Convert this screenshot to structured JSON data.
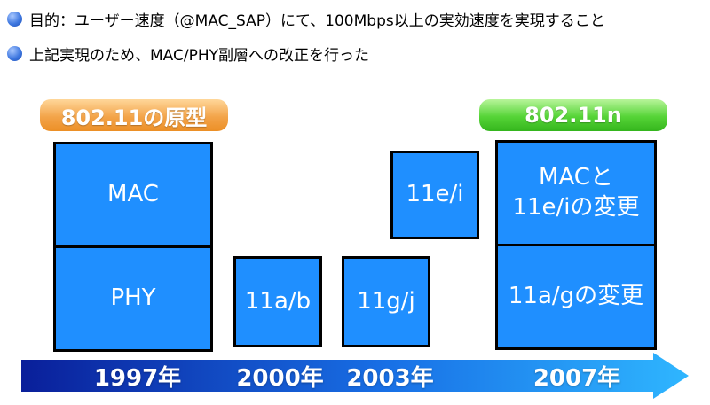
{
  "bullets": [
    {
      "text": "目的：ユーザー速度（@MAC_SAP）にて、100Mbps以上の実効速度を実現すること"
    },
    {
      "text": "上記実現のため、MAC/PHY副層への改正を行った"
    }
  ],
  "labels": {
    "original": "802.11の原型",
    "n": "802.11n"
  },
  "blocks": {
    "mac": "MAC",
    "phy": "PHY",
    "ab": "11a/b",
    "gj": "11g/j",
    "ei": "11e/i",
    "n_mac_line1": "MACと",
    "n_mac_line2": "11e/iの変更",
    "n_phy": "11a/gの変更"
  },
  "timeline": {
    "years": [
      "1997年",
      "2000年",
      "2003年",
      "2007年"
    ]
  },
  "colors": {
    "block_fill": "#1f8fff",
    "arrow_start": "#0a1f9a",
    "arrow_end": "#2fb6ff"
  }
}
